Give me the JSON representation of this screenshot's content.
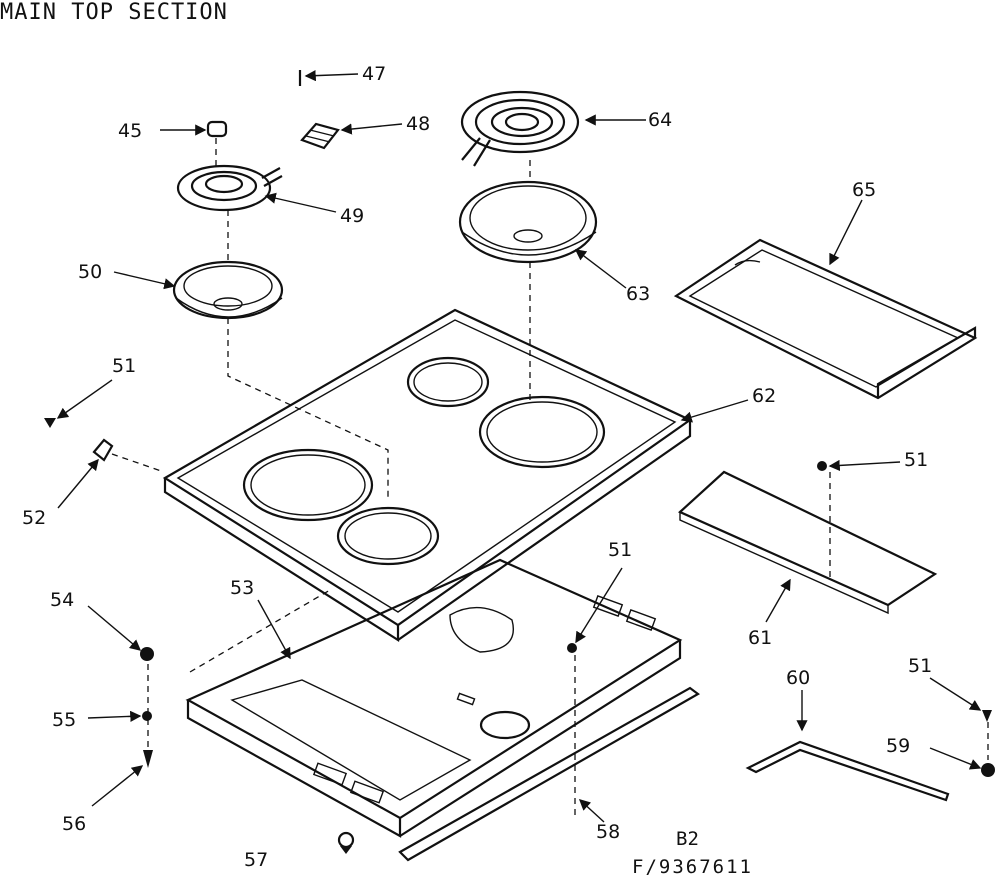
{
  "title": "MAIN TOP SECTION",
  "footer": {
    "line1": "B2",
    "line2": "F/9367611"
  },
  "labels": {
    "p45": "45",
    "p47": "47",
    "p48": "48",
    "p49": "49",
    "p50": "50",
    "p51a": "51",
    "p51b": "51",
    "p51c": "51",
    "p51d": "51",
    "p52": "52",
    "p53": "53",
    "p54": "54",
    "p55": "55",
    "p56": "56",
    "p57": "57",
    "p58": "58",
    "p59": "59",
    "p60": "60",
    "p61": "61",
    "p62": "62",
    "p63": "63",
    "p64": "64",
    "p65": "65"
  }
}
